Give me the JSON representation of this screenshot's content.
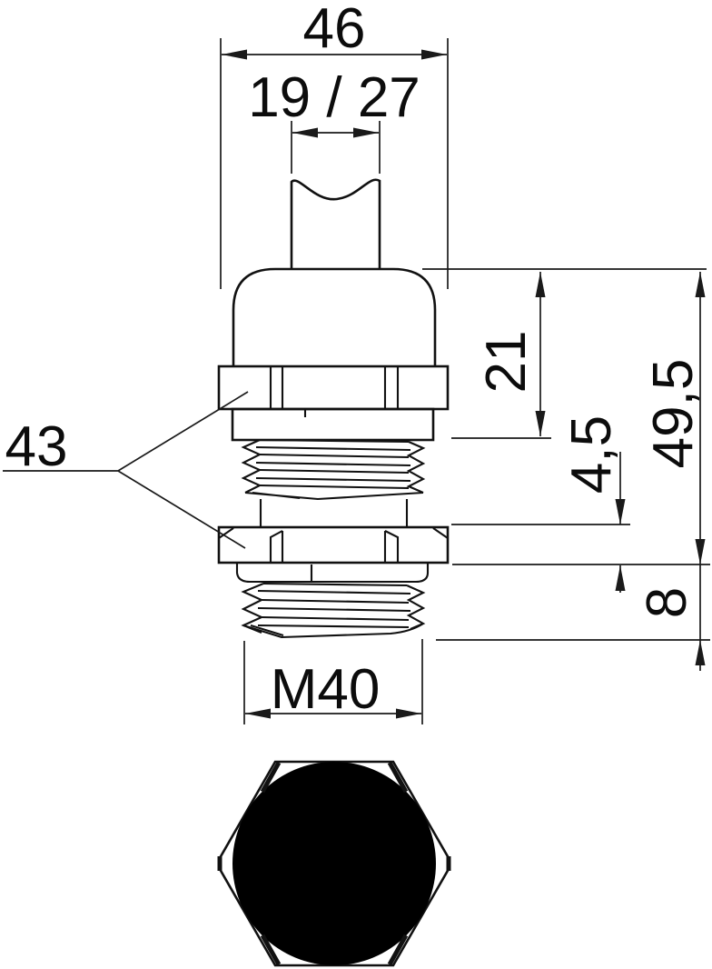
{
  "dimensions": {
    "width_across_corners": "46",
    "clamping_range": "19 / 27",
    "upper_section_height": "21",
    "locknut_height": "4,5",
    "total_height": "49,5",
    "thread_length": "8",
    "wrench_size": "43",
    "thread_size": "M40"
  }
}
